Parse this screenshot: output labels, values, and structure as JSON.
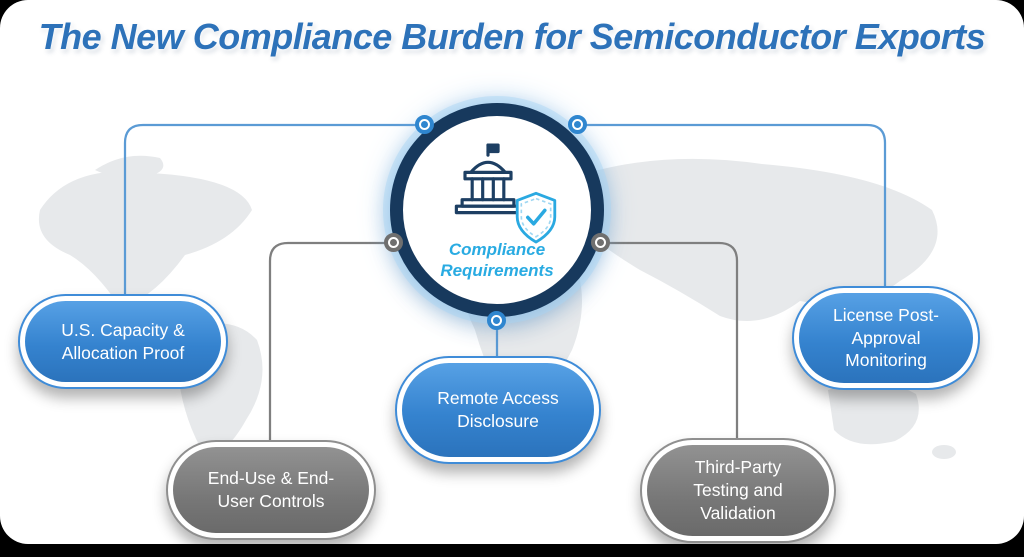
{
  "title": "The New Compliance Burden for Semiconductor Exports",
  "center": {
    "label": "Compliance\nRequirements",
    "building_icon": "capitol-building-icon",
    "shield_icon": "shield-check-icon"
  },
  "nodes": {
    "us_capacity": {
      "label": "U.S. Capacity &\nAllocation Proof",
      "style": "blue"
    },
    "end_use": {
      "label": "End-Use & End-\nUser Controls",
      "style": "gray"
    },
    "remote_access": {
      "label": "Remote Access\nDisclosure",
      "style": "blue"
    },
    "third_party": {
      "label": "Third-Party\nTesting and\nValidation",
      "style": "gray"
    },
    "license_post": {
      "label": "License Post-\nApproval\nMonitoring",
      "style": "blue"
    }
  },
  "colors": {
    "title_blue": "#2d72b9",
    "node_blue": "#3583cf",
    "node_gray": "#777777",
    "center_ring_navy": "#17395d",
    "accent_text_blue": "#29abe2",
    "line_blue": "#5b9bd5",
    "line_gray": "#7f7f7f",
    "map_gray": "#e7e9eb"
  }
}
